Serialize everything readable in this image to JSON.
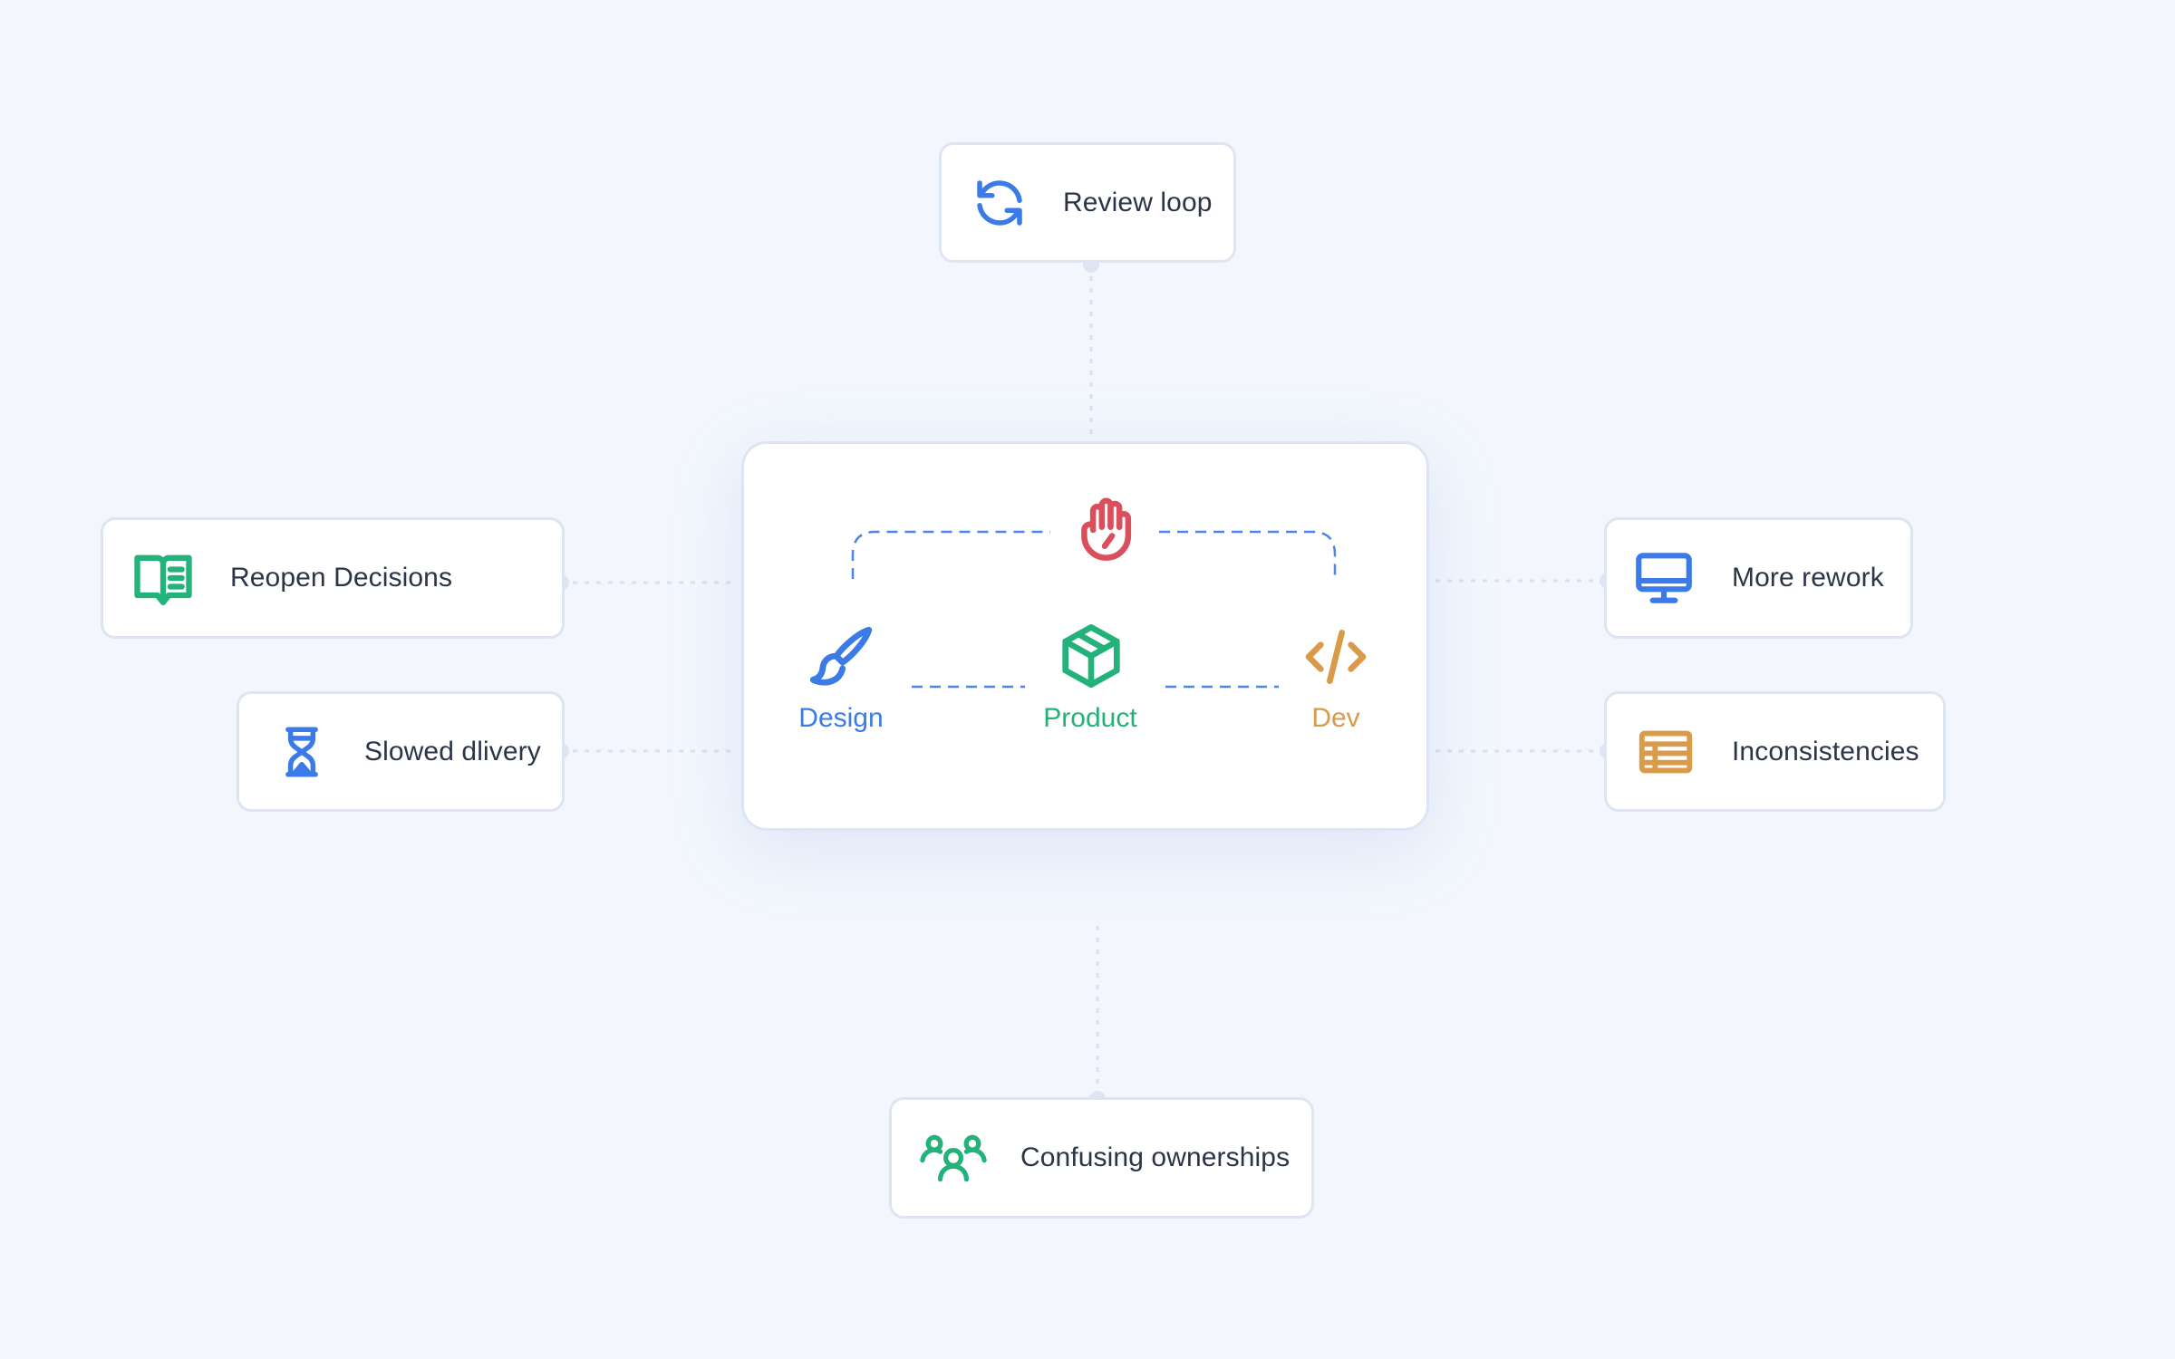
{
  "center": {
    "roles": [
      {
        "label": "Design",
        "icon": "paintbrush-icon",
        "color": "#3b7be8"
      },
      {
        "label": "Product",
        "icon": "package-icon",
        "color": "#23b27a"
      },
      {
        "label": "Dev",
        "icon": "code-icon",
        "color": "#d99a4a"
      }
    ],
    "blocker": {
      "icon": "raised-hand-icon",
      "color": "#d94f5c"
    }
  },
  "outcomes": {
    "review_loop": {
      "label": "Review loop",
      "icon": "refresh-icon",
      "color": "#3b7be8"
    },
    "reopen_decisions": {
      "label": "Reopen Decisions",
      "icon": "open-book-icon",
      "color": "#23b27a"
    },
    "slowed_delivery": {
      "label": "Slowed dlivery",
      "icon": "hourglass-icon",
      "color": "#3b7be8"
    },
    "more_rework": {
      "label": "More rework",
      "icon": "monitor-icon",
      "color": "#3b7be8"
    },
    "inconsistencies": {
      "label": "Inconsistencies",
      "icon": "table-icon",
      "color": "#d99a4a"
    },
    "confusing_ownerships": {
      "label": "Confusing ownerships",
      "icon": "people-icon",
      "color": "#23b27a"
    }
  },
  "colors": {
    "background": "#f3f7fd",
    "card_border": "#dde5f2",
    "connector": "#d8e1ee",
    "dash_link": "#4a86e8"
  }
}
